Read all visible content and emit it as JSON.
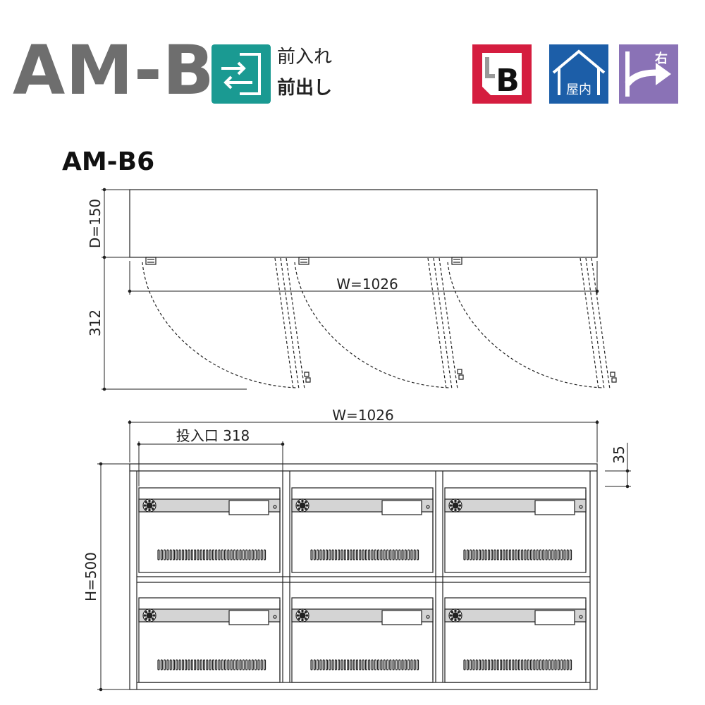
{
  "header": {
    "series": "AM-B",
    "front_text_1": "前入れ",
    "front_text_2": "前出し",
    "badge_home_label": "屋内",
    "badge_right_label": "右",
    "badge_lb_letter": "B"
  },
  "model": "AM-B6",
  "top_view": {
    "depth_label": "D=150",
    "width_label": "W=1026",
    "swing_label": "312"
  },
  "front_view": {
    "width_label": "W=1026",
    "slot_label": "投入口 318",
    "top_gap_label": "35",
    "height_label": "H=500"
  },
  "colors": {
    "front_icon": "#1a9a92",
    "badge_lb": "#d51d3f",
    "badge_home": "#1c5ea8",
    "badge_right": "#8a72b6",
    "series_text": "#6e6e6e",
    "panel_band": "#d4d4d4"
  }
}
